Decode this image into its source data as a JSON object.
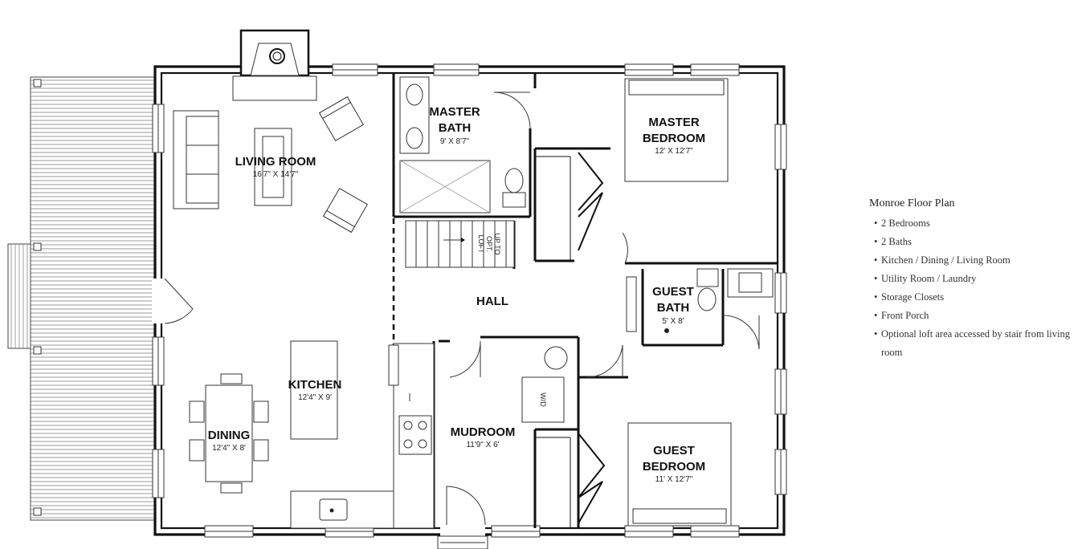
{
  "rooms": {
    "living_room": {
      "name": "LIVING ROOM",
      "dims": "16'7\" X 14'7\""
    },
    "master_bath": {
      "name_line1": "MASTER",
      "name_line2": "BATH",
      "dims": "9' X 8'7\""
    },
    "master_bedroom": {
      "name_line1": "MASTER",
      "name_line2": "BEDROOM",
      "dims": "12' X 12'7\""
    },
    "hall": {
      "name": "HALL"
    },
    "guest_bath": {
      "name_line1": "GUEST",
      "name_line2": "BATH",
      "dims": "5' X 8'"
    },
    "kitchen": {
      "name": "KITCHEN",
      "dims": "12'4\" X 9'"
    },
    "dining": {
      "name": "DINING",
      "dims": "12'4\" X 8'"
    },
    "mudroom": {
      "name": "MUDROOM",
      "dims": "11'9\" X 6'"
    },
    "guest_bedroom": {
      "name_line1": "GUEST",
      "name_line2": "BEDROOM",
      "dims": "11' X 12'7\""
    }
  },
  "labels": {
    "stair_line1": "UP TO",
    "stair_line2": "OPT.",
    "stair_line3": "LOFT",
    "washer_dryer": "W/D"
  },
  "legend": {
    "title": "Monroe Floor Plan",
    "items": [
      "2 Bedrooms",
      "2 Baths",
      "Kitchen / Dining / Living Room",
      "Utility Room / Laundry",
      "Storage Closets",
      "Front Porch",
      "Optional loft area accessed by stair from living room"
    ]
  },
  "colors": {
    "line": "#111111",
    "background": "#ffffff",
    "text": "#222222"
  }
}
